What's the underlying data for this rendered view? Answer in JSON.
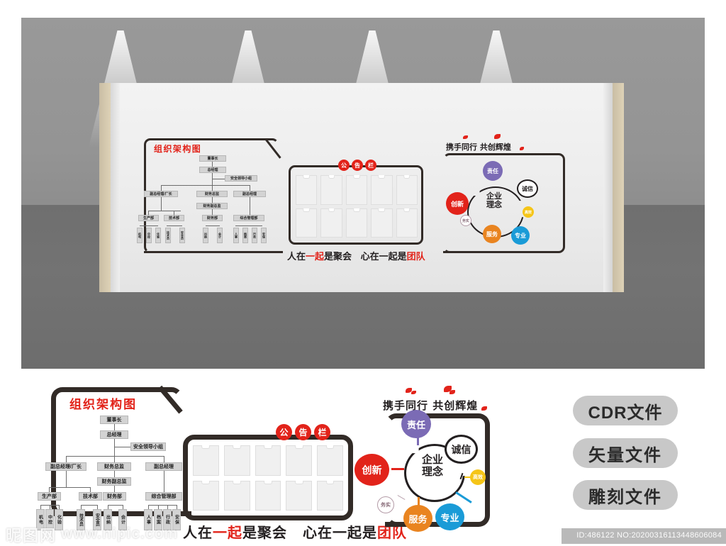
{
  "poster": {
    "background_color": "#ffffff",
    "wall_color": "#999999",
    "floor_color": "#6f6f6f",
    "accent_red": "#e2231a",
    "frame_color": "#322b27",
    "box_fill": "#d3d3d3"
  },
  "org_chart": {
    "title": "组织架构图",
    "level1": "董事长",
    "level2": "总经理",
    "side_group": "安全领导小组",
    "level3": [
      "副总经理/厂长",
      "财务总监",
      "副总经理"
    ],
    "finance_sub": "财务副总监",
    "level4": [
      "生产部",
      "技术部",
      "财务部",
      "综合管理部"
    ],
    "leaves": {
      "production": [
        "机电",
        "中控",
        "化验"
      ],
      "technical": [
        "技术员",
        "安全员"
      ],
      "finance": [
        "出纳",
        "会计"
      ],
      "admin": [
        "人事",
        "档案",
        "行政",
        "安保"
      ]
    }
  },
  "bulletin": {
    "title_chars": [
      "公",
      "告",
      "栏"
    ],
    "columns": 5,
    "rows": 2,
    "slot_count": 10
  },
  "slogan": {
    "part1_black": "人在",
    "part1_red": "一起",
    "part2_black": "是聚会",
    "part3_black": "心在一起是",
    "part3_red": "团队"
  },
  "values": {
    "tagline": "携手同行  共创辉煌",
    "center": [
      "企业",
      "理念"
    ],
    "nodes": [
      {
        "label": "责任",
        "color": "#7b6bb5",
        "text_color": "#ffffff",
        "size": "large",
        "position": "top"
      },
      {
        "label": "诚信",
        "color": "#ffffff",
        "text_color": "#231f20",
        "size": "large",
        "position": "right-top",
        "outlined": true
      },
      {
        "label": "创新",
        "color": "#e2231a",
        "text_color": "#ffffff",
        "size": "large",
        "position": "left"
      },
      {
        "label": "服务",
        "color": "#e98420",
        "text_color": "#ffffff",
        "size": "large",
        "position": "bottom"
      },
      {
        "label": "专业",
        "color": "#1a9bd7",
        "text_color": "#ffffff",
        "size": "large",
        "position": "bottom-right"
      },
      {
        "label": "高效",
        "color": "#f5c518",
        "text_color": "#ffffff",
        "size": "small",
        "position": "right"
      },
      {
        "label": "务实",
        "color": "#ffffff",
        "text_color": "#8b6f7c",
        "size": "small",
        "position": "bottom-left",
        "outlined": true
      }
    ]
  },
  "file_tags": [
    {
      "label": "CDR文件"
    },
    {
      "label": "矢量文件"
    },
    {
      "label": "雕刻文件"
    }
  ],
  "watermark": {
    "logo": "昵图网",
    "url": "www.nipic.com"
  },
  "footer": {
    "id_text": "ID:486122 NO:20200316113448606084"
  }
}
